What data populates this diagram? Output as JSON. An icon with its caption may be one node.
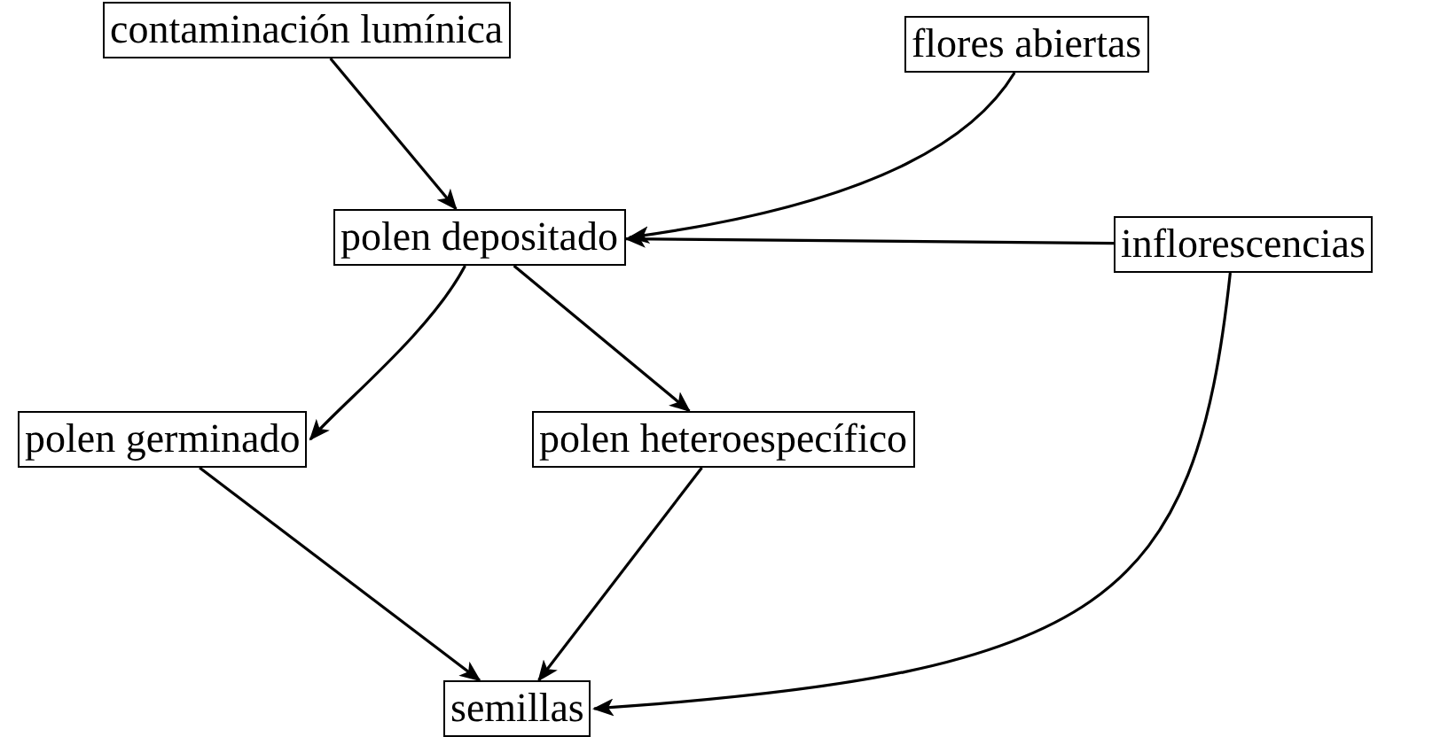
{
  "diagram": {
    "nodes": [
      {
        "text": [
          "contaminación lumínica"
        ]
      },
      {
        "text": [
          "flores abiertas"
        ]
      },
      {
        "text": [
          "polen depositado"
        ]
      },
      {
        "text": [
          "inflorescencias"
        ]
      },
      {
        "text": [
          "polen germinado"
        ]
      },
      {
        "text": [
          "polen heteroespecífico"
        ]
      },
      {
        "text": [
          "semillas"
        ]
      }
    ],
    "edges": [
      {
        "from": 0,
        "to": 2,
        "arrow": "to"
      },
      {
        "from": 1,
        "to": 2,
        "arrow": "to"
      },
      {
        "from": 3,
        "to": 2,
        "arrow": "to"
      },
      {
        "from": 2,
        "to": 4,
        "arrow": "to"
      },
      {
        "from": 2,
        "to": 5,
        "arrow": "to"
      },
      {
        "from": 4,
        "to": 6,
        "arrow": "to"
      },
      {
        "from": 5,
        "to": 6,
        "arrow": "to"
      },
      {
        "from": 3,
        "to": 6,
        "arrow": "to"
      }
    ]
  }
}
